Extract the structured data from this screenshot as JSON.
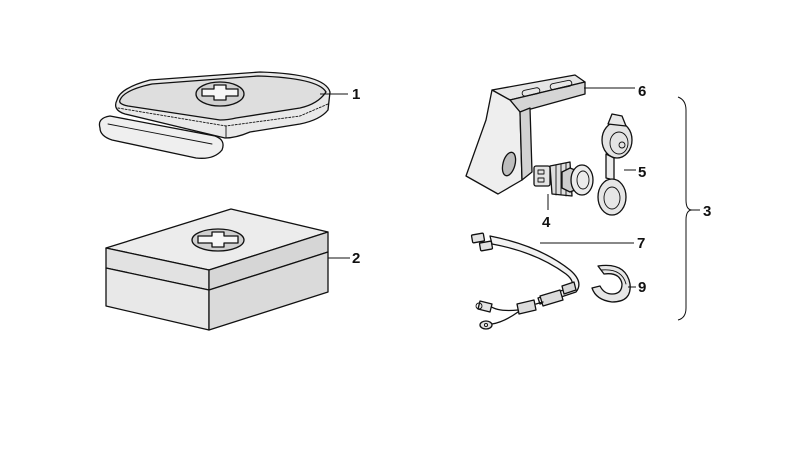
{
  "diagram": {
    "colors": {
      "line": "#111111",
      "light_fill": "#e6e6e6",
      "mid_fill": "#cfcfcf",
      "background": "#ffffff"
    },
    "callouts": [
      {
        "id": "c1",
        "label": "1"
      },
      {
        "id": "c2",
        "label": "2"
      },
      {
        "id": "c3",
        "label": "3"
      },
      {
        "id": "c4",
        "label": "4"
      },
      {
        "id": "c5",
        "label": "5"
      },
      {
        "id": "c6",
        "label": "6"
      },
      {
        "id": "c7",
        "label": "7"
      },
      {
        "id": "c9",
        "label": "9"
      }
    ],
    "parts": [
      {
        "id": "part-first-aid-pouch",
        "icon": "first-aid-pouch-icon"
      },
      {
        "id": "part-first-aid-box",
        "icon": "first-aid-box-icon"
      },
      {
        "id": "part-mounting-bracket",
        "icon": "bracket-icon"
      },
      {
        "id": "part-socket",
        "icon": "socket-icon"
      },
      {
        "id": "part-socket-cap",
        "icon": "socket-cap-icon"
      },
      {
        "id": "part-wiring-harness",
        "icon": "wiring-harness-icon"
      },
      {
        "id": "part-clip",
        "icon": "clip-icon"
      }
    ]
  }
}
